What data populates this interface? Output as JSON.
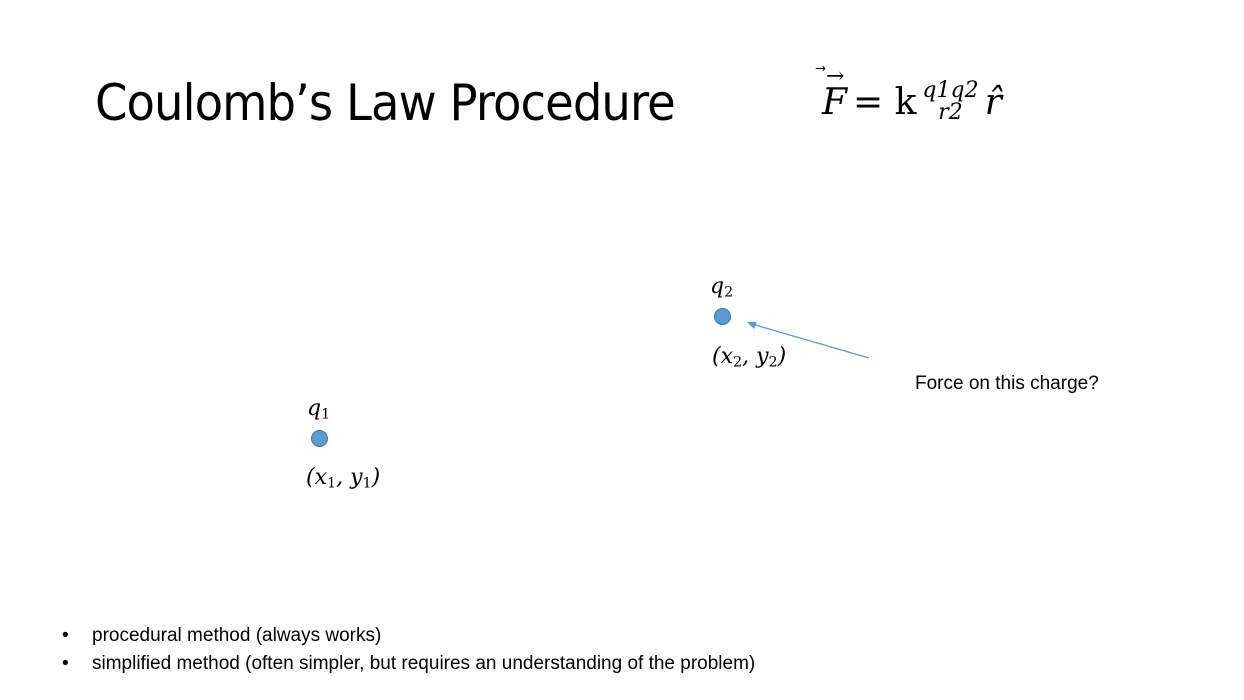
{
  "title": "Coulomb’s Law Procedure",
  "formula": {
    "lhs": "F",
    "eq": "= k",
    "num": "q1q2",
    "den": "r2",
    "unit": "r̂"
  },
  "charges": [
    {
      "label": "q",
      "sub": "2",
      "coord_pre": "(x",
      "coord_s1": "2",
      "coord_mid": ", y",
      "coord_s2": "2",
      "coord_post": ")"
    },
    {
      "label": "q",
      "sub": "1",
      "coord_pre": "(x",
      "coord_s1": "1",
      "coord_mid": ", y",
      "coord_s2": "1",
      "coord_post": ")"
    }
  ],
  "annotation": "Force on this charge?",
  "colors": {
    "charge": "#5b9bd5",
    "arrow": "#5b9bd5"
  },
  "bullets": [
    "procedural method (always works)",
    "simplified method (often simpler, but requires an understanding of the problem)"
  ]
}
